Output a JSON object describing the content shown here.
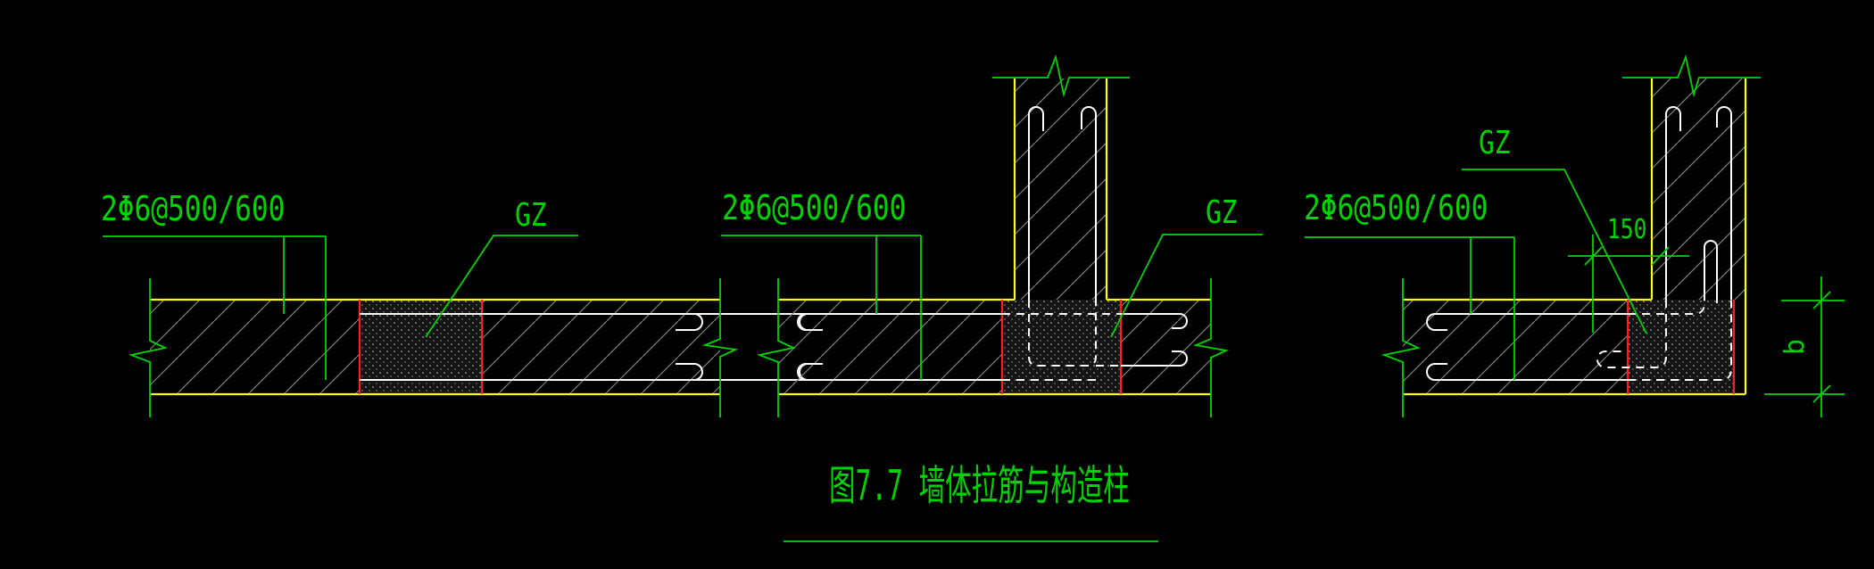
{
  "drawing": {
    "title_caption": "图7.7  墙体拉筋与构造柱",
    "colors": {
      "background": "#000000",
      "green": "#00d400",
      "yellow": "#ffff00",
      "red": "#ff1e1e",
      "white": "#ffffff",
      "gray": "#7f7f7f"
    },
    "details": [
      {
        "name": "straight-wall-detail",
        "tie_label": "2Φ6@500/600",
        "column_label": "GZ"
      },
      {
        "name": "tee-wall-column-detail",
        "tie_label": "2Φ6@500/600",
        "column_label": "GZ"
      },
      {
        "name": "corner-wall-column-detail",
        "tie_label": "2Φ6@500/600",
        "column_label": "GZ",
        "lap_dimension": "150",
        "thickness_dimension": "b"
      }
    ],
    "caption": "图7.7  墙体拉筋与构造柱"
  }
}
